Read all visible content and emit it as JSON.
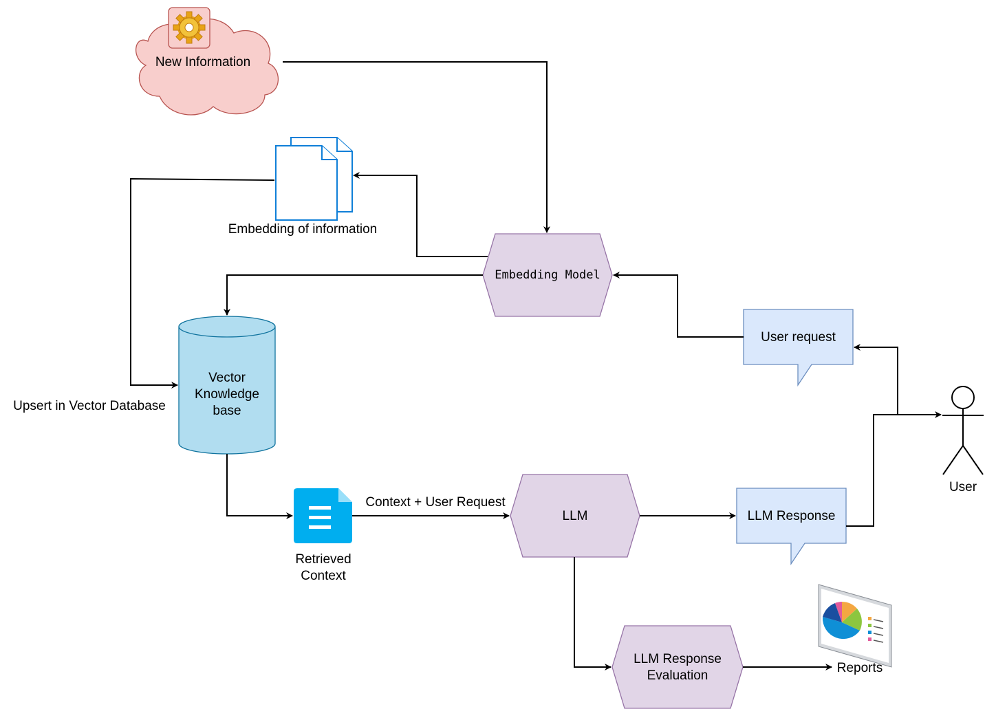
{
  "nodes": {
    "new_information": "New Information",
    "embedding_of_information": "Embedding of information",
    "embedding_model": "Embedding Model",
    "vector_kb_line1": "Vector",
    "vector_kb_line2": "Knowledge",
    "vector_kb_line3": "base",
    "upsert": "Upsert in Vector Database",
    "user_request": "User request",
    "user": "User",
    "retrieved_context_line1": "Retrieved",
    "retrieved_context_line2": "Context",
    "context_user_request": "Context + User Request",
    "llm": "LLM",
    "llm_response": "LLM Response",
    "llm_eval_line1": "LLM Response",
    "llm_eval_line2": "Evaluation",
    "reports": "Reports"
  },
  "colors": {
    "cloud_fill": "#f8cecc",
    "cloud_stroke": "#b85450",
    "hexagon_fill": "#e1d5e7",
    "hexagon_stroke": "#9673a6",
    "callout_fill": "#dae8fc",
    "callout_stroke": "#6c8ebf",
    "cylinder_fill": "#b1ddf0",
    "cylinder_stroke": "#10739e",
    "doc_stroke": "#0f7fd8",
    "context_icon": "#00aeef"
  },
  "icons": {
    "new_information": "gear-icon",
    "embedding": "documents-icon",
    "retrieved_context": "document-icon",
    "user": "person-icon",
    "reports": "pie-chart-icon"
  }
}
